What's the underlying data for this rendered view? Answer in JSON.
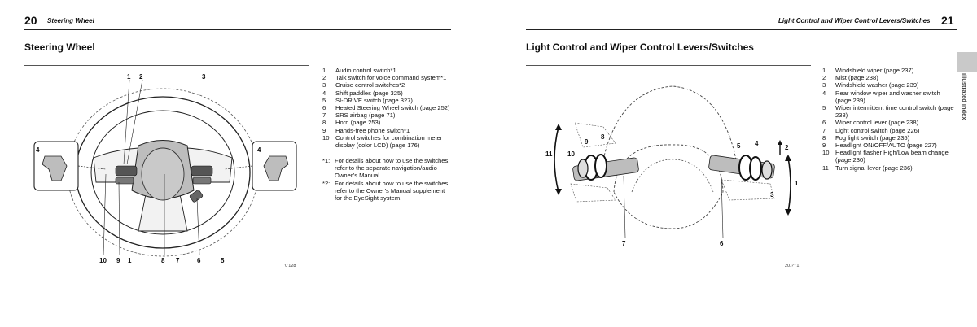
{
  "left_page": {
    "page_number": "20",
    "running_header": "Steering Wheel",
    "section_title": "Steering Wheel",
    "figure_code": " '0'128",
    "callouts": [
      {
        "num": "1",
        "text": "Audio control switch*1"
      },
      {
        "num": "2",
        "text": "Talk switch for voice command system*1"
      },
      {
        "num": "3",
        "text": "Cruise control switches*2"
      },
      {
        "num": "4",
        "text": "Shift paddles (page 325)"
      },
      {
        "num": "5",
        "text": "SI-DRIVE switch (page 327)"
      },
      {
        "num": "6",
        "text": "Heated Steering Wheel switch (page 252)"
      },
      {
        "num": "7",
        "text": "SRS airbag (page 71)"
      },
      {
        "num": "8",
        "text": "Horn (page 253)"
      },
      {
        "num": "9",
        "text": "Hands-free phone switch*1"
      },
      {
        "num": "10",
        "text": "Control switches for combination meter display (color LCD) (page 176)"
      }
    ],
    "notes": [
      {
        "mark": "*1:",
        "text": "For details about how to use the switches, refer to the separate navigation/audio Owner’s Manual."
      },
      {
        "mark": "*2:",
        "text": "For details about how to use the switches, refer to the Owner’s Manual supplement for the EyeSight system."
      }
    ],
    "figure_labels": {
      "top_1": "1",
      "top_2": "2",
      "top_3": "3",
      "left_4": "4",
      "right_4": "4",
      "bottom_10": "10",
      "bottom_9": "9",
      "bottom_1": "1",
      "bottom_8": "8",
      "bottom_7": "7",
      "bottom_6": "6",
      "bottom_5": "5"
    }
  },
  "right_page": {
    "page_number": "21",
    "running_header": "Light Control and Wiper Control Levers/Switches",
    "section_title": "Light Control and Wiper Control Levers/Switches",
    "figure_code": "20.?'.'1",
    "side_tab_text": "Illustrated Index",
    "callouts": [
      {
        "num": "1",
        "text": "Windshield wiper (page 237)"
      },
      {
        "num": "2",
        "text": "Mist (page 238)"
      },
      {
        "num": "3",
        "text": "Windshield washer (page 239)"
      },
      {
        "num": "4",
        "text": "Rear window wiper and washer switch (page 239)"
      },
      {
        "num": "5",
        "text": "Wiper intermittent time control switch (page 238)"
      },
      {
        "num": "6",
        "text": "Wiper control lever (page 238)"
      },
      {
        "num": "7",
        "text": "Light control switch (page 226)"
      },
      {
        "num": "8",
        "text": "Fog light switch (page 235)"
      },
      {
        "num": "9",
        "text": "Headlight ON/OFF/AUTO (page 227)"
      },
      {
        "num": "10",
        "text": "Headlight flasher High/Low beam change (page 230)"
      },
      {
        "num": "11",
        "text": "Turn signal lever (page 236)"
      }
    ],
    "figure_labels": {
      "l_11": "11",
      "l_10": "10",
      "l_9": "9",
      "l_8": "8",
      "r_5": "5",
      "r_4": "4",
      "r_2": "2",
      "r_1": "1",
      "r_3": "3",
      "bottom_7": "7",
      "bottom_6": "6"
    }
  }
}
